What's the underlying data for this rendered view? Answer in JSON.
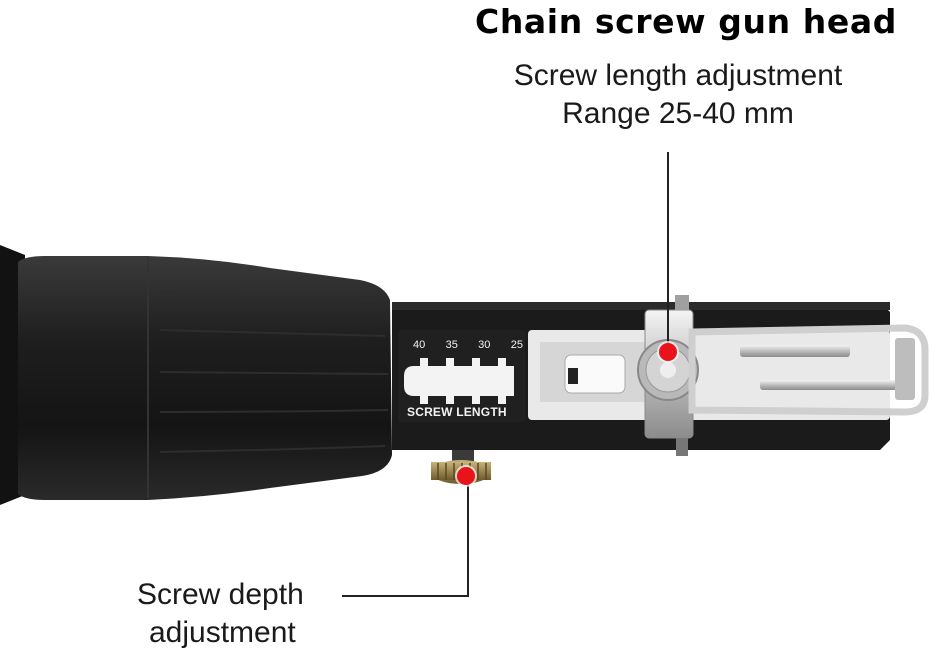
{
  "title": "Chain screw gun head",
  "callouts": {
    "length_line1": "Screw length adjustment",
    "length_line2": "Range 25-40 mm",
    "depth_line1": "Screw depth",
    "depth_line2": "adjustment"
  },
  "scale": {
    "numbers": [
      "40",
      "35",
      "30",
      "25"
    ],
    "label": "SCREW LENGTH"
  },
  "colors": {
    "marker": "#e8141a",
    "body": "#1b1b1b",
    "metal": "#c9c9c9"
  }
}
